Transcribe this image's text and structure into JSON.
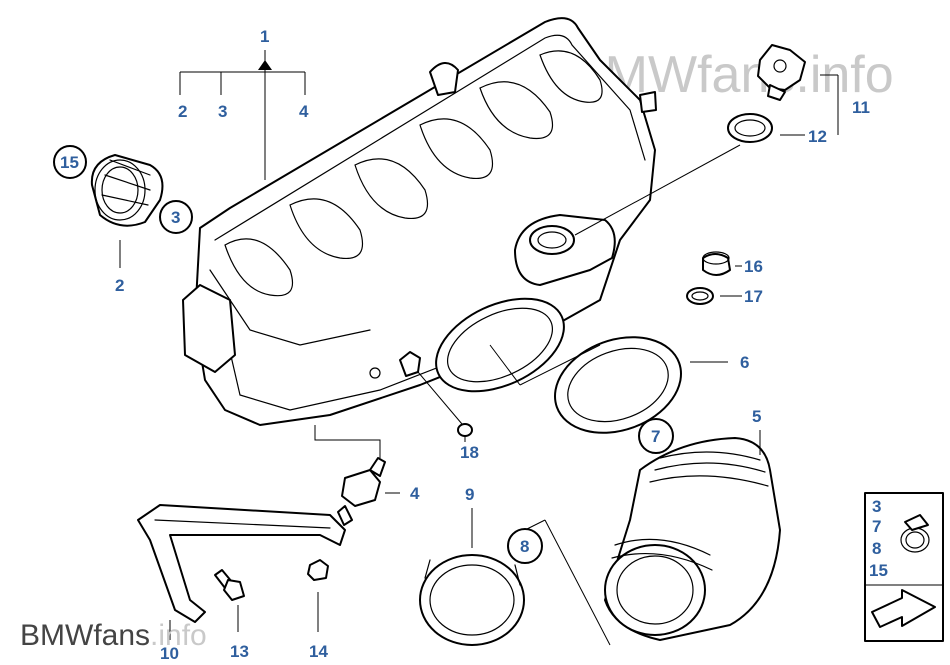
{
  "watermark": {
    "top": "BMWfans.info",
    "bottom_main": "BMWfans",
    "bottom_tail": ".info"
  },
  "callouts": {
    "c1": "1",
    "c2_top": "2",
    "c3_top": "3",
    "c4_top": "4",
    "c15": "15",
    "c3_circle": "3",
    "c2_left": "2",
    "c11": "11",
    "c12": "12",
    "c16": "16",
    "c17": "17",
    "c6": "6",
    "c5": "5",
    "c7": "7",
    "c18": "18",
    "c4_mid": "4",
    "c9": "9",
    "c8": "8",
    "c10": "10",
    "c13": "13",
    "c14": "14"
  },
  "legend_box": {
    "items": [
      "3",
      "7",
      "8",
      "15"
    ]
  },
  "colors": {
    "callout": "#2f5f9e",
    "line": "#000000",
    "watermark": "#c9c9c9"
  }
}
